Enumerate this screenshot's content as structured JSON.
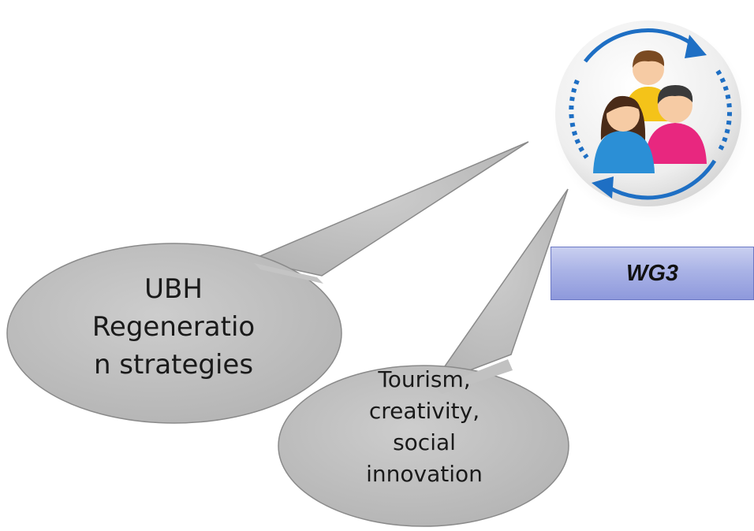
{
  "bubble_regeneration": {
    "lines": [
      "UBH",
      "Regeneratio",
      "n strategies"
    ]
  },
  "bubble_tourism": {
    "lines": [
      "Tourism,",
      "creativity,",
      "social",
      "innovation"
    ]
  },
  "working_group": {
    "label": "WG3",
    "icon": "people-group-cycle-icon"
  },
  "colors": {
    "bubble_fill": "#c2c2c2",
    "bubble_stroke": "#8a8a8a",
    "label_box": "#aab3e6",
    "arrow_blue": "#1e6fc4"
  }
}
